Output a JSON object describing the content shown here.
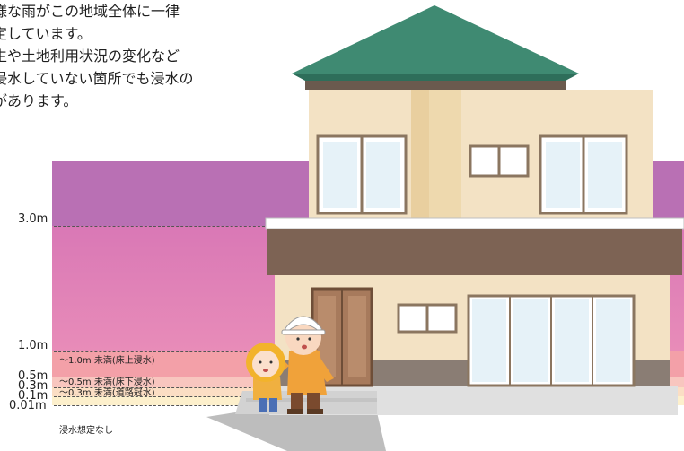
{
  "intro": {
    "lines": [
      "様な雨がこの地域全体に一律",
      "定しています。",
      "生や土地利用状況の変化など",
      "浸水していない箇所でも浸水の",
      "があります。"
    ]
  },
  "levels": {
    "l300": "3.0m",
    "l100": "1.0m",
    "l050": "0.5m",
    "l030": "0.3m",
    "l010": "0.1m",
    "l001": "0.01m"
  },
  "ranges": {
    "under1": "～1.0m 未満(床上浸水)",
    "under05": "～0.5m 未満(床下浸水)",
    "under03": "～0.3m 未満(道路冠水)",
    "none": "浸水想定なし"
  },
  "colors": {
    "band_top": "#b970b4",
    "band_3m": "#dd80b6",
    "band_1m": "#f4a0a8",
    "band_05": "#f8c8c0",
    "band_03": "#fbe2c4",
    "band_01": "#fdf2cc"
  }
}
